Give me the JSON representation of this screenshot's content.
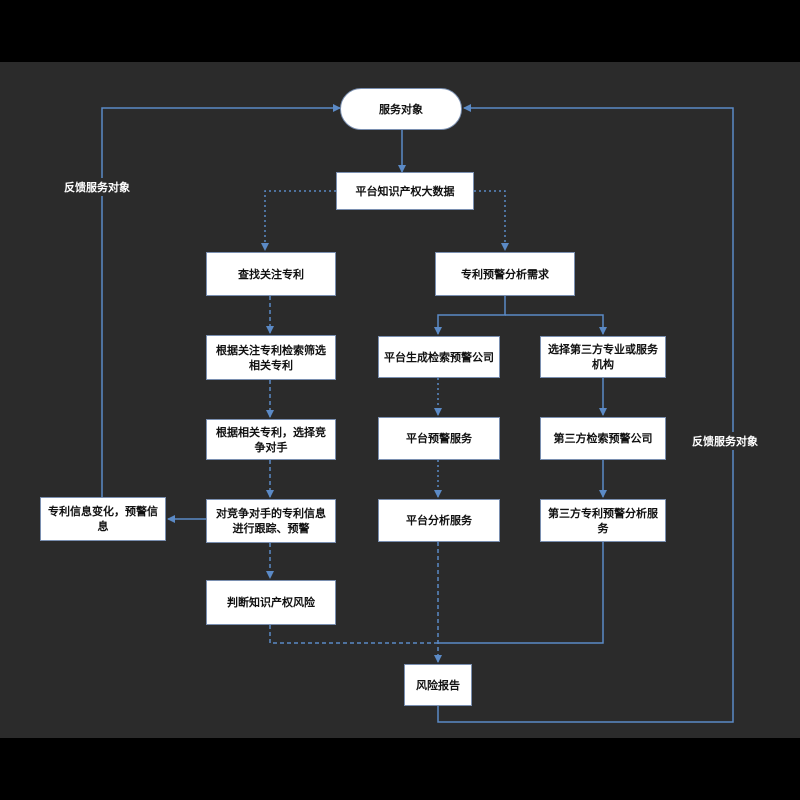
{
  "nodes": {
    "service_object": "服务对象",
    "big_data": "平台知识产权大数据",
    "find_patents": "查找关注专利",
    "filter_patents": "根据关注专利检索筛选相关专利",
    "choose_competitor": "根据相关专利，选择竞争对手",
    "track_competitor": "对竞争对手的专利信息进行跟踪、预警",
    "judge_risk": "判断知识产权风险",
    "warning_need": "专利预警分析需求",
    "platform_company": "平台生成检索预警公司",
    "third_party_institution": "选择第三方专业或服务机构",
    "platform_warning_service": "平台预警服务",
    "third_party_company": "第三方检索预警公司",
    "platform_analysis_service": "平台分析服务",
    "third_party_analysis": "第三方专利预警分析服务",
    "patent_change": "专利信息变化，预警信息",
    "risk_report": "风险报告"
  },
  "labels": {
    "feedback_left": "反馈服务对象",
    "feedback_right": "反馈服务对象"
  },
  "colors": {
    "background": "#2b2b2b",
    "connector": "#5b8ac6",
    "box_fill": "#ffffff"
  }
}
